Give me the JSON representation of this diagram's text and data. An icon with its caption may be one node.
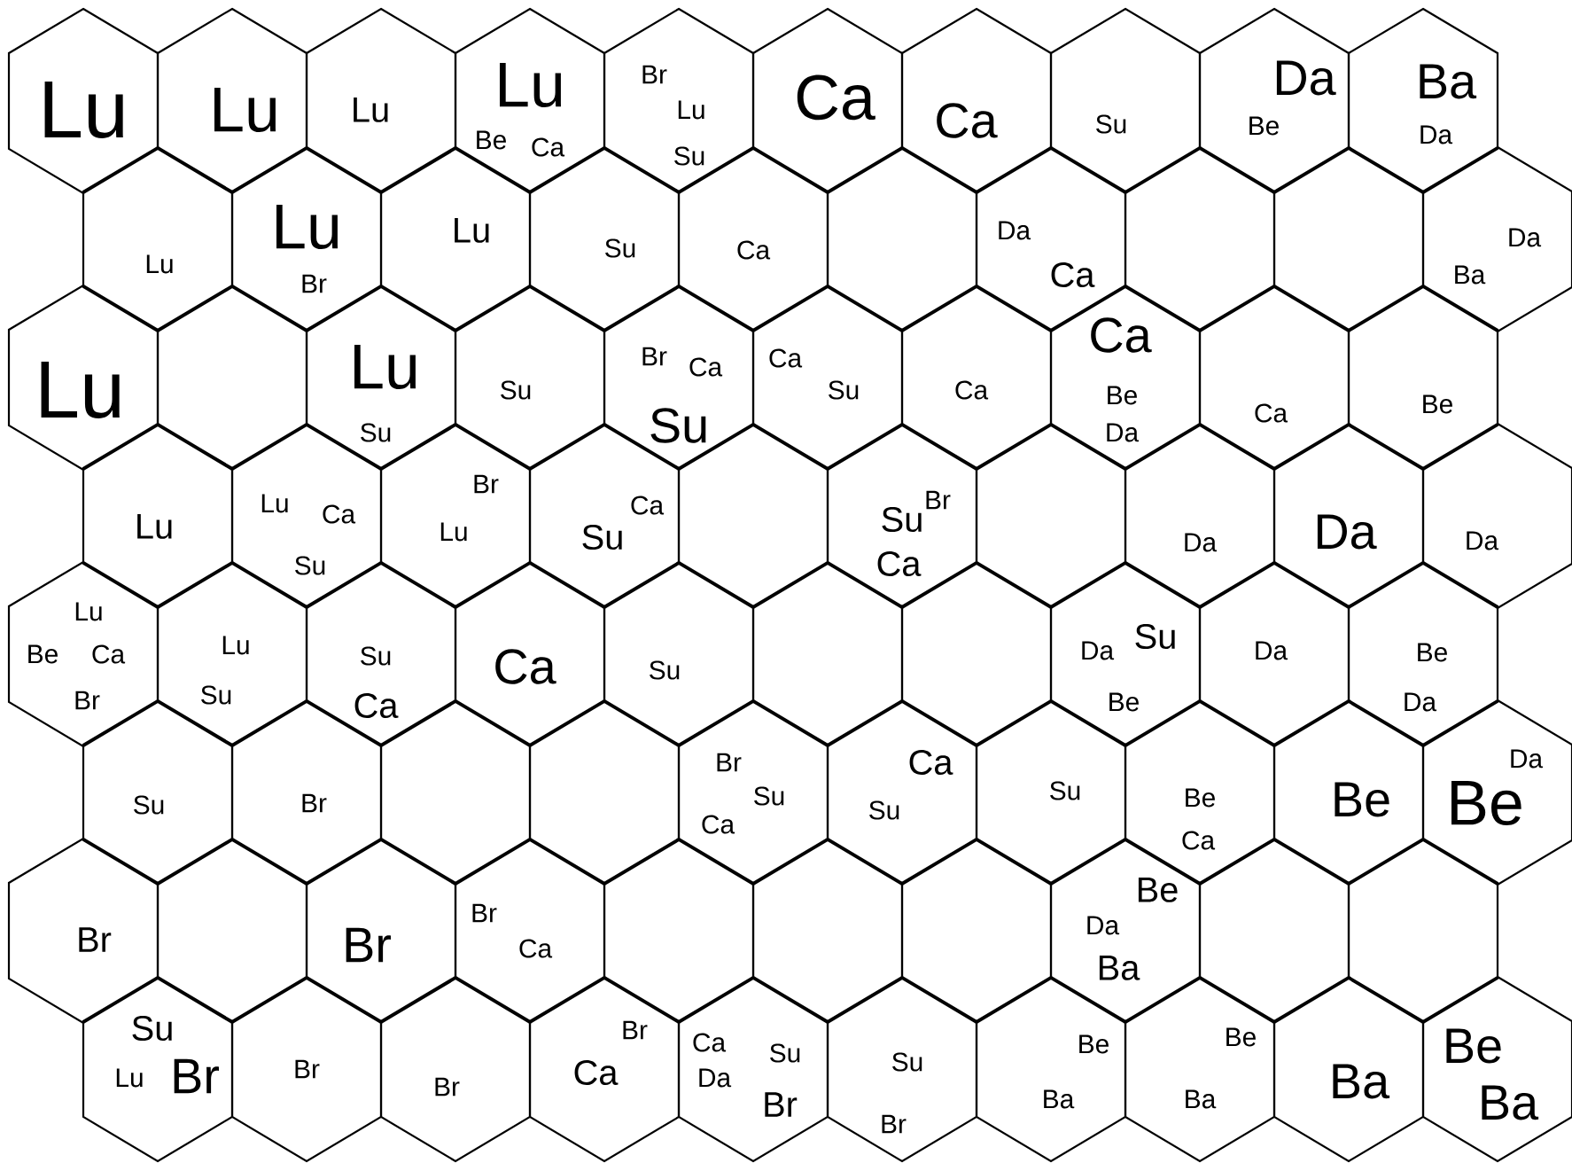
{
  "diagram": {
    "nodes": [
      {
        "text": [
          "Lu"
        ]
      },
      {
        "text": [
          "Lu"
        ]
      },
      {
        "text": [
          "Lu"
        ]
      },
      {
        "text": [
          "Lu",
          "Be",
          "Ca"
        ]
      },
      {
        "text": [
          "Br",
          "Lu",
          "Su"
        ]
      },
      {
        "text": [
          "Ca"
        ]
      },
      {
        "text": [
          "Ca"
        ]
      },
      {
        "text": [
          "Su"
        ]
      },
      {
        "text": [
          "Da",
          "Be"
        ]
      },
      {
        "text": [
          "Ba",
          "Da"
        ]
      },
      {
        "text": [
          "Lu"
        ]
      },
      {
        "text": [
          "Lu",
          "Br"
        ]
      },
      {
        "text": [
          "Lu"
        ]
      },
      {
        "text": [
          "Su"
        ]
      },
      {
        "text": [
          "Ca"
        ]
      },
      {
        "text": [],
        "shape": "hexagon"
      },
      {
        "text": [
          "Da",
          "Ca"
        ]
      },
      {
        "text": [],
        "shape": "hexagon"
      },
      {
        "text": [],
        "shape": "hexagon"
      },
      {
        "text": [
          "Da",
          "Ba"
        ]
      },
      {
        "text": [
          "Lu"
        ]
      },
      {
        "text": [],
        "shape": "hexagon"
      },
      {
        "text": [
          "Lu",
          "Su"
        ]
      },
      {
        "text": [
          "Su"
        ]
      },
      {
        "text": [
          "Br",
          "Ca",
          "Su"
        ]
      },
      {
        "text": [
          "Ca",
          "Su"
        ]
      },
      {
        "text": [
          "Ca"
        ]
      },
      {
        "text": [
          "Ca",
          "Be",
          "Da"
        ]
      },
      {
        "text": [
          "Ca"
        ]
      },
      {
        "text": [
          "Be"
        ]
      },
      {
        "text": [
          "Lu"
        ]
      },
      {
        "text": [
          "Lu",
          "Ca",
          "Su"
        ]
      },
      {
        "text": [
          "Br",
          "Lu"
        ]
      },
      {
        "text": [
          "Su",
          "Ca"
        ]
      },
      {
        "text": [],
        "shape": "hexagon"
      },
      {
        "text": [
          "Su",
          "Br",
          "Ca"
        ]
      },
      {
        "text": [],
        "shape": "hexagon"
      },
      {
        "text": [
          "Da"
        ]
      },
      {
        "text": [
          "Da"
        ]
      },
      {
        "text": [
          "Da"
        ]
      },
      {
        "text": [
          "Lu",
          "Be",
          "Ca",
          "Br"
        ]
      },
      {
        "text": [
          "Lu",
          "Su"
        ]
      },
      {
        "text": [
          "Su",
          "Ca"
        ]
      },
      {
        "text": [
          "Ca"
        ]
      },
      {
        "text": [
          "Su"
        ]
      },
      {
        "text": [],
        "shape": "hexagon"
      },
      {
        "text": [],
        "shape": "hexagon"
      },
      {
        "text": [
          "Da",
          "Su",
          "Be"
        ]
      },
      {
        "text": [
          "Da"
        ]
      },
      {
        "text": [
          "Be",
          "Da"
        ]
      },
      {
        "text": [
          "Su"
        ]
      },
      {
        "text": [
          "Br"
        ]
      },
      {
        "text": [],
        "shape": "hexagon"
      },
      {
        "text": [],
        "shape": "hexagon"
      },
      {
        "text": [
          "Br",
          "Su",
          "Ca"
        ]
      },
      {
        "text": [
          "Ca",
          "Su"
        ]
      },
      {
        "text": [
          "Su"
        ]
      },
      {
        "text": [
          "Be",
          "Ca"
        ]
      },
      {
        "text": [
          "Be"
        ]
      },
      {
        "text": [
          "Da",
          "Be"
        ]
      },
      {
        "text": [
          "Br"
        ]
      },
      {
        "text": [],
        "shape": "hexagon"
      },
      {
        "text": [
          "Br"
        ]
      },
      {
        "text": [
          "Br",
          "Ca"
        ]
      },
      {
        "text": [],
        "shape": "hexagon"
      },
      {
        "text": [],
        "shape": "hexagon"
      },
      {
        "text": [],
        "shape": "hexagon"
      },
      {
        "text": [
          "Be",
          "Da",
          "Ba"
        ]
      },
      {
        "text": [],
        "shape": "hexagon"
      },
      {
        "text": [],
        "shape": "hexagon"
      },
      {
        "text": [
          "Su",
          "Lu",
          "Br"
        ]
      },
      {
        "text": [
          "Br"
        ]
      },
      {
        "text": [
          "Br"
        ]
      },
      {
        "text": [
          "Br",
          "Ca"
        ]
      },
      {
        "text": [
          "Ca",
          "Da",
          "Su",
          "Br"
        ]
      },
      {
        "text": [
          "Su",
          "Br"
        ]
      },
      {
        "text": [
          "Be",
          "Ba"
        ]
      },
      {
        "text": [
          "Be",
          "Ba"
        ]
      },
      {
        "text": [
          "Ba"
        ]
      },
      {
        "text": [
          "Be",
          "Ba"
        ]
      }
    ]
  }
}
